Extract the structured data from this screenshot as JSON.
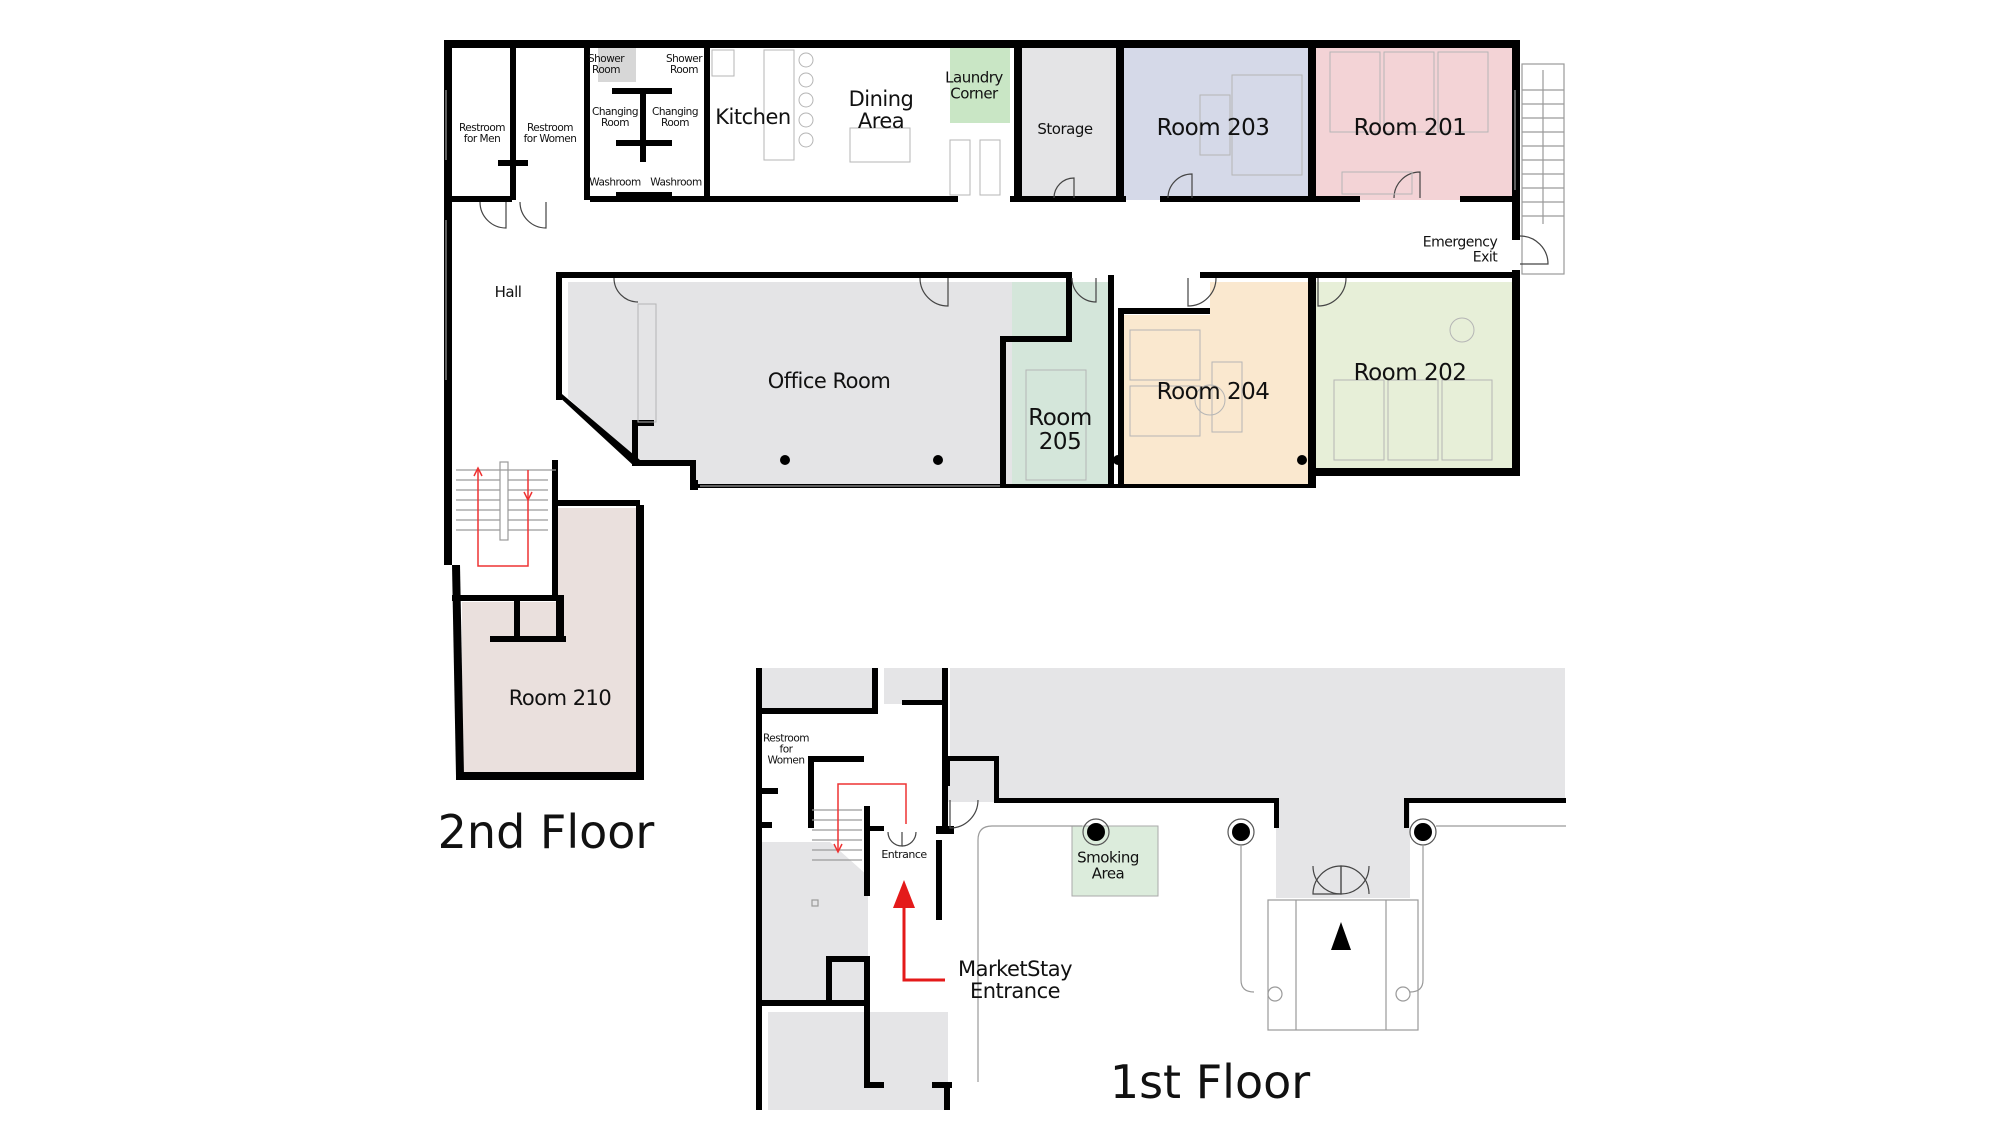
{
  "floors": {
    "second": {
      "title": "2nd Floor",
      "rooms": {
        "restroom_men": "Restroom\nfor Men",
        "restroom_women": "Restroom\nfor Women",
        "shower_room_1": "Shower\nRoom",
        "shower_room_2": "Shower\nRoom",
        "changing_room_1": "Changing\nRoom",
        "changing_room_2": "Changing\nRoom",
        "washroom_1": "Washroom",
        "washroom_2": "Washroom",
        "kitchen": "Kitchen",
        "dining_area": "Dining\nArea",
        "laundry_corner": "Laundry\nCorner",
        "storage": "Storage",
        "room_203": "Room 203",
        "room_201": "Room 201",
        "emergency_exit": "Emergency\nExit",
        "hall": "Hall",
        "office_room": "Office Room",
        "room_205": "Room\n205",
        "room_204": "Room 204",
        "room_202": "Room 202",
        "room_210": "Room 210"
      }
    },
    "first": {
      "title": "1st Floor",
      "rooms": {
        "restroom_women": "Restroom\nfor\nWomen",
        "entrance": "Entrance",
        "marketstay_entrance": "MarketStay\nEntrance",
        "smoking_area": "Smoking\nArea"
      }
    }
  },
  "colors": {
    "wall": "#000000",
    "room_203": "#d5d9e8",
    "room_201": "#f3d3d6",
    "room_202": "#e7efd8",
    "room_204": "#fae8cf",
    "room_205": "#d4e6da",
    "room_210": "#eae0dd",
    "laundry_corner": "#c9e6c5",
    "smoking_area": "#dcecdc",
    "office_room": "#e4e4e6",
    "storage": "#e4e4e6",
    "ground_gray": "#e5e5e7",
    "route_red": "#e41a1a"
  },
  "icons": {
    "entrance_arrow": "red-up-arrow",
    "main_entrance_arrow": "black-triangle-up",
    "stairs_route": "red-stair-arrows"
  }
}
